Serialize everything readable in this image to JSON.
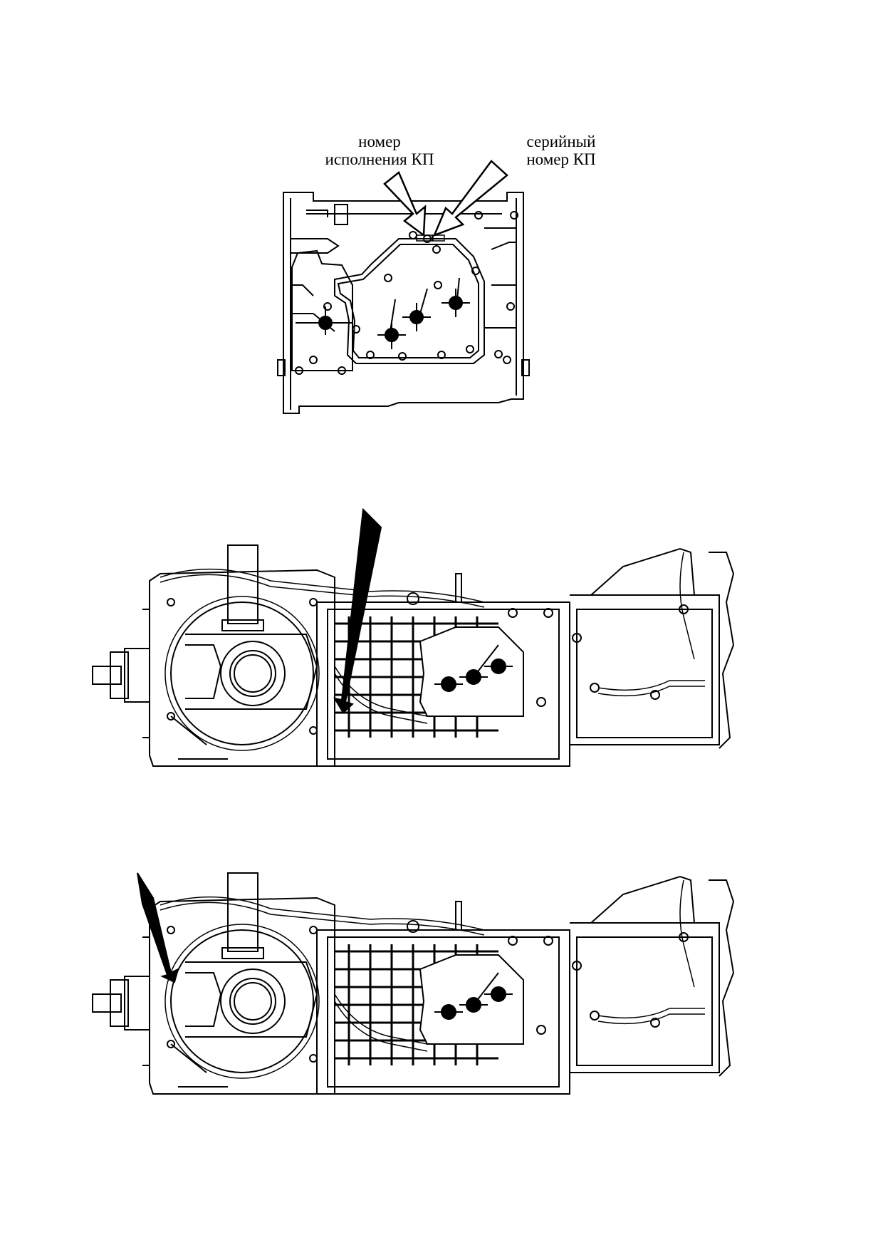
{
  "labels": {
    "variant": {
      "line1": "номер",
      "line2": "исполнения КП"
    },
    "serial": {
      "line1": "серийный",
      "line2": "номер КП"
    }
  }
}
